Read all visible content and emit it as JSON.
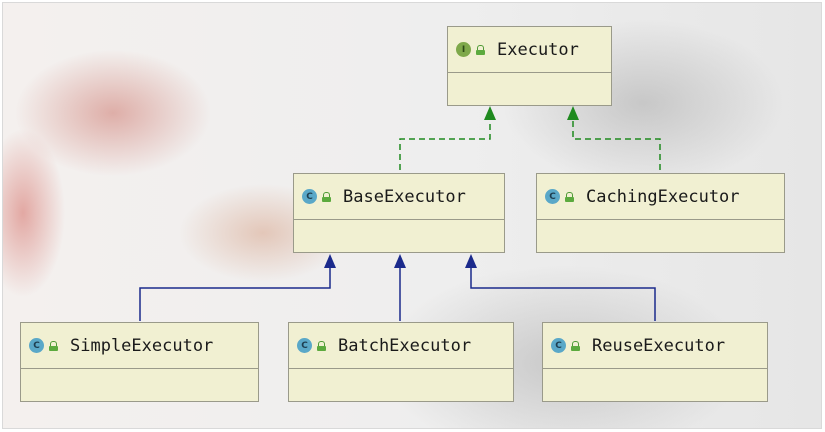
{
  "diagram": {
    "classes": [
      {
        "id": "executor",
        "name": "Executor",
        "kind": "interface",
        "kind_letter": "I"
      },
      {
        "id": "base-executor",
        "name": "BaseExecutor",
        "kind": "class",
        "kind_letter": "C"
      },
      {
        "id": "caching-executor",
        "name": "CachingExecutor",
        "kind": "class",
        "kind_letter": "C"
      },
      {
        "id": "simple-executor",
        "name": "SimpleExecutor",
        "kind": "class",
        "kind_letter": "C"
      },
      {
        "id": "batch-executor",
        "name": "BatchExecutor",
        "kind": "class",
        "kind_letter": "C"
      },
      {
        "id": "reuse-executor",
        "name": "ReuseExecutor",
        "kind": "class",
        "kind_letter": "C"
      }
    ],
    "relations": [
      {
        "from": "base-executor",
        "to": "executor",
        "type": "implements"
      },
      {
        "from": "caching-executor",
        "to": "executor",
        "type": "implements"
      },
      {
        "from": "simple-executor",
        "to": "base-executor",
        "type": "extends"
      },
      {
        "from": "batch-executor",
        "to": "base-executor",
        "type": "extends"
      },
      {
        "from": "reuse-executor",
        "to": "base-executor",
        "type": "extends"
      }
    ],
    "colors": {
      "implements": "#1f8a1f",
      "extends": "#1b2a8c",
      "class_fill": "#f1f0d2",
      "class_border": "#9a9a8a"
    },
    "icons": {
      "class": "class-icon",
      "interface": "interface-icon",
      "visibility": "public-lock-icon"
    }
  }
}
